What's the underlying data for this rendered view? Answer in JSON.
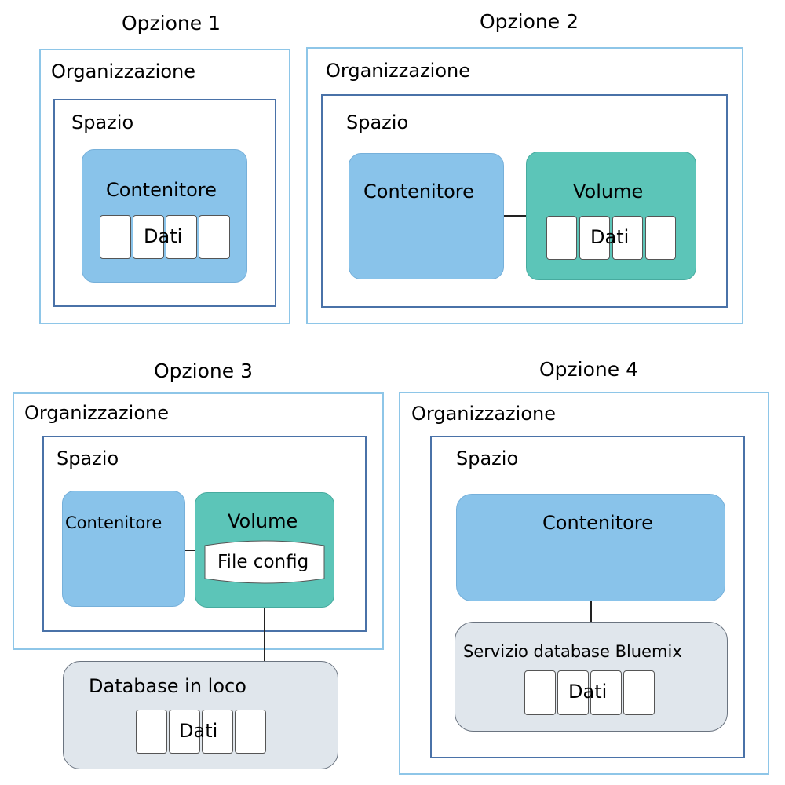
{
  "colors": {
    "organization_border": "#8ec6e8",
    "space_border": "#4a72a8",
    "container_fill": "#89c3ea",
    "volume_fill": "#5cc5b8",
    "database_fill": "#e0e6ec"
  },
  "options": [
    {
      "title": "Opzione 1",
      "organization": "Organizzazione",
      "space": "Spazio",
      "container": "Contenitore",
      "data": "Dati"
    },
    {
      "title": "Opzione 2",
      "organization": "Organizzazione",
      "space": "Spazio",
      "container": "Contenitore",
      "volume": "Volume",
      "data": "Dati"
    },
    {
      "title": "Opzione 3",
      "organization": "Organizzazione",
      "space": "Spazio",
      "container": "Contenitore",
      "volume": "Volume",
      "file": "File config",
      "database": "Database in loco",
      "data": "Dati"
    },
    {
      "title": "Opzione 4",
      "organization": "Organizzazione",
      "space": "Spazio",
      "container": "Contenitore",
      "database": "Servizio database Bluemix",
      "data": "Dati"
    }
  ]
}
